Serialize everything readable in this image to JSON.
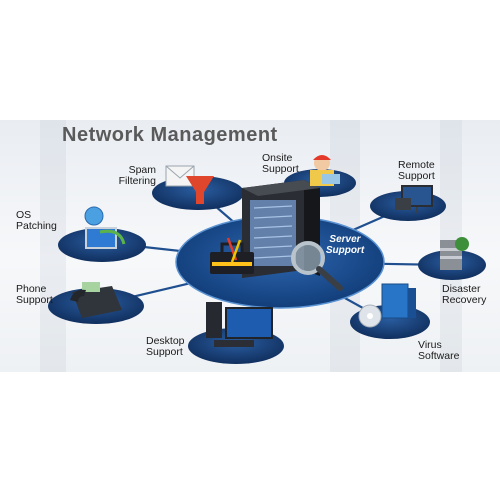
{
  "title": "Network Management",
  "center": {
    "label_line1": "Server",
    "label_line2": "Support"
  },
  "nodes": {
    "spam": {
      "line1": "Spam",
      "line2": "Filtering"
    },
    "onsite": {
      "line1": "Onsite",
      "line2": "Support"
    },
    "remote": {
      "line1": "Remote",
      "line2": "Support"
    },
    "os": {
      "line1": "OS",
      "line2": "Patching"
    },
    "phone": {
      "line1": "Phone",
      "line2": "Support"
    },
    "desktop": {
      "line1": "Desktop",
      "line2": "Support"
    },
    "disaster": {
      "line1": "Disaster",
      "line2": "Recovery"
    },
    "virus": {
      "line1": "Virus",
      "line2": "Software"
    }
  },
  "colors": {
    "hub": "#1a4f93",
    "hub_edge": "#4a86c8",
    "node": "#17457f",
    "title": "#5a5a5a"
  }
}
